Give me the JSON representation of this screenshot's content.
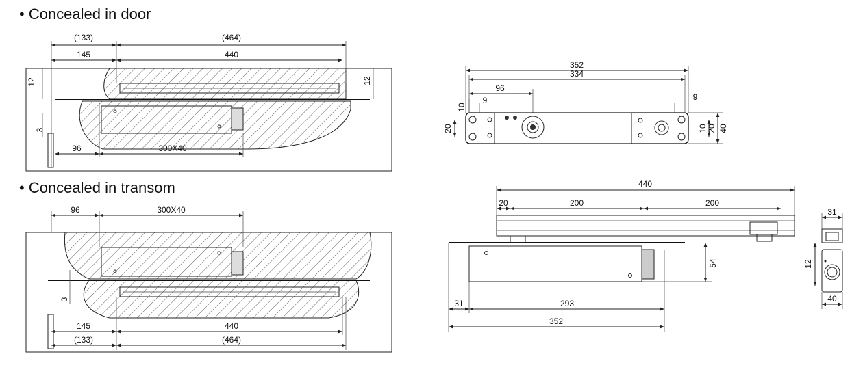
{
  "section_door": {
    "heading": "• Concealed in door"
  },
  "section_transom": {
    "heading": "• Concealed in transom"
  },
  "door_dims": {
    "d133": "(133)",
    "d464": "(464)",
    "d145": "145",
    "d440": "440",
    "d12_left": "12",
    "d12_right": "12",
    "d3": "3",
    "d96": "96",
    "d300x40": "300X40"
  },
  "transom_dims": {
    "d96": "96",
    "d300x40": "300X40",
    "d3": "3",
    "d145": "145",
    "d440": "440",
    "d133": "(133)",
    "d464": "(464)"
  },
  "plate_dims": {
    "d352": "352",
    "d334": "334",
    "d96": "96",
    "d10": "10",
    "d9_left": "9",
    "d9_right": "9",
    "d20_left": "20",
    "d10_right": "10",
    "d20_right": "20",
    "d40": "40"
  },
  "body_dims": {
    "d440": "440",
    "d20": "20",
    "d200_a": "200",
    "d200_b": "200",
    "d54": "54",
    "d31": "31",
    "d293": "293",
    "d352": "352"
  },
  "side_dims": {
    "d31": "31",
    "d12": "12",
    "d40": "40"
  }
}
